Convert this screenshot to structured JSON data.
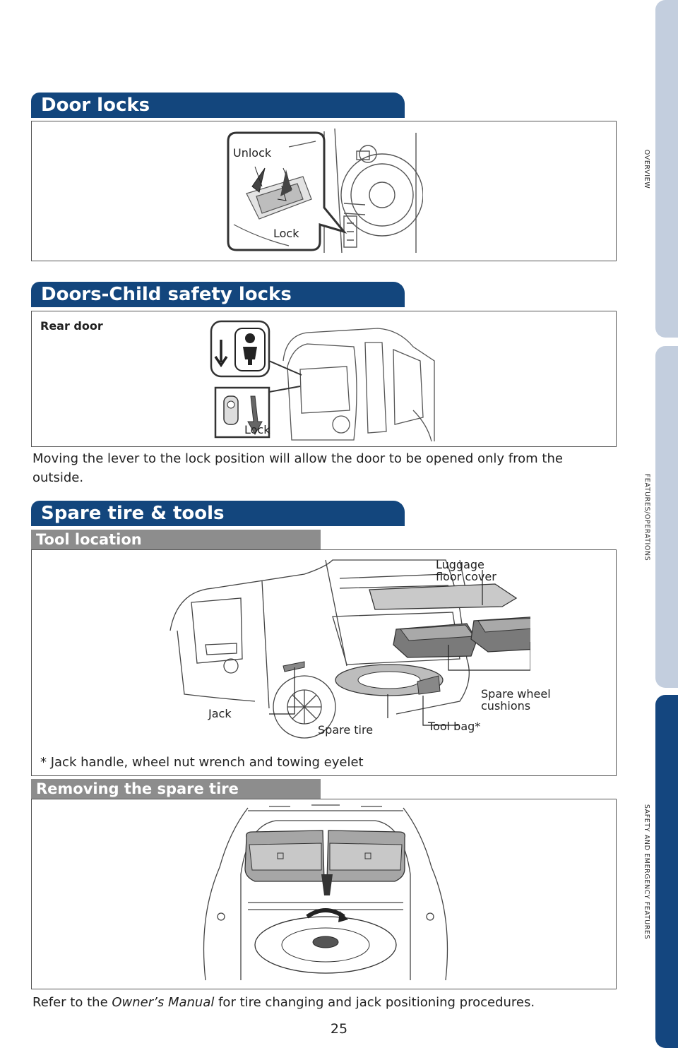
{
  "side_tabs": [
    {
      "label": "OVERVIEW"
    },
    {
      "label": "FEATURES/OPERATIONS"
    },
    {
      "label": "SAFETY AND EMERGENCY FEATURES"
    }
  ],
  "door_locks": {
    "title": "Door locks",
    "unlock_label": "Unlock",
    "lock_label": "Lock"
  },
  "child_locks": {
    "title": "Doors-Child safety locks",
    "rear_door_label": "Rear door",
    "lock_label": "Lock",
    "note": "Moving the lever to the lock position will allow the door to be opened only from the outside."
  },
  "spare_tire": {
    "title": "Spare tire & tools",
    "tool_location": {
      "subtitle": "Tool location",
      "luggage_label": "Luggage floor cover",
      "cushions_label": "Spare wheel cushions",
      "jack_label": "Jack",
      "spare_tire_label": "Spare tire",
      "tool_bag_label": "Tool bag*",
      "footnote": "* Jack handle, wheel nut wrench and towing eyelet"
    },
    "removing": {
      "subtitle": "Removing the spare tire"
    },
    "refer_prefix": "Refer to the ",
    "refer_manual": "Owner’s Manual",
    "refer_suffix": " for tire changing and jack positioning procedures."
  },
  "page_number": "25",
  "colors": {
    "section_blue": "#13467d",
    "subhead_gray": "#8d8d8d",
    "tab_light": "#c3cede",
    "tab_active": "#14467f"
  }
}
